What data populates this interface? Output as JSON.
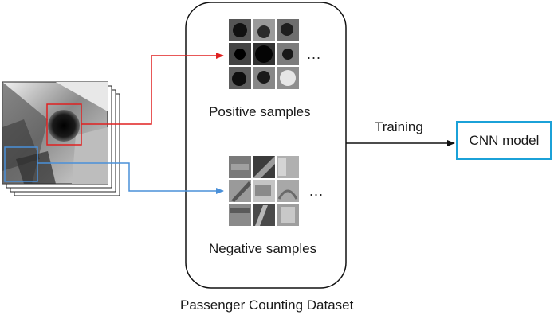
{
  "diagram": {
    "positive_label": "Positive samples",
    "negative_label": "Negative samples",
    "training_label": "Training",
    "model_label": "CNN model",
    "dataset_label": "Passenger Counting Dataset",
    "ellipsis": "...",
    "colors": {
      "positive_arrow": "#e02020",
      "negative_arrow": "#4a90d9",
      "model_border": "#1ba1d8",
      "dataset_border": "#111111"
    }
  }
}
